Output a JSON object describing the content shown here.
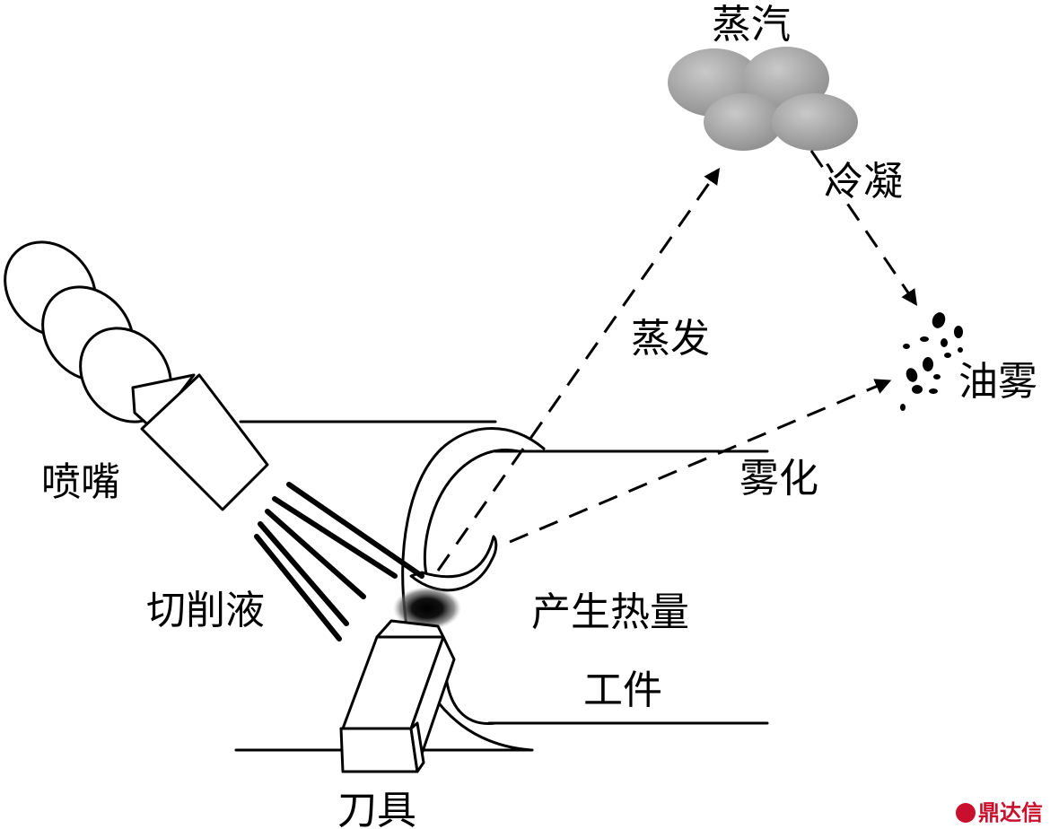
{
  "labels": {
    "steam": "蒸汽",
    "condense": "冷凝",
    "evaporate": "蒸发",
    "oil_mist": "油雾",
    "atomize": "雾化",
    "nozzle": "喷嘴",
    "cutting_fluid": "切削液",
    "heat": "产生热量",
    "workpiece": "工件",
    "tool": "刀具"
  },
  "watermark": {
    "text": "鼎达信",
    "color": "#c8102e"
  }
}
